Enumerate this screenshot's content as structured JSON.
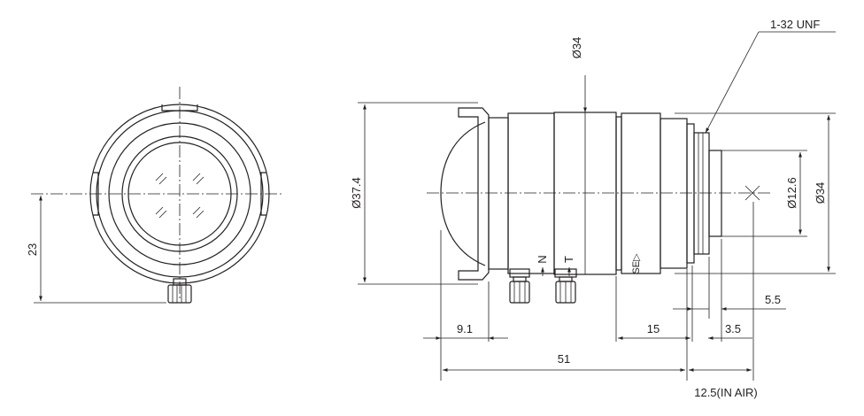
{
  "dimensions": {
    "front_height": "23",
    "thread": "1-32  UNF",
    "top_dia": "Ø34",
    "left_dia": "Ø37.4",
    "right_dia_inner": "Ø12.6",
    "right_dia_outer": "Ø34",
    "d_9_1": "9.1",
    "d_15": "15",
    "d_3_5": "3.5",
    "d_5_5": "5.5",
    "d_51": "51",
    "d_12_5": "12.5(IN AIR)"
  },
  "markings": {
    "near": "N",
    "tele": "T",
    "screw": "SE▷"
  }
}
